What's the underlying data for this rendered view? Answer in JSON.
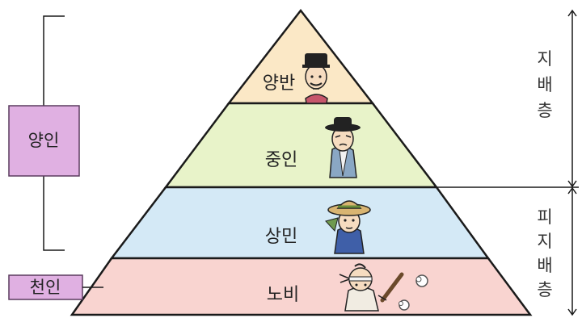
{
  "tiers": [
    {
      "label": "양반",
      "color": "#fbe8c6"
    },
    {
      "label": "중인",
      "color": "#e8f3c9"
    },
    {
      "label": "상민",
      "color": "#d4e9f6"
    },
    {
      "label": "노비",
      "color": "#f9d4d0"
    }
  ],
  "groups": {
    "yangin": "양인",
    "cheonin": "천인",
    "box_color": "#e0b0e2"
  },
  "strata": {
    "ruling": "지배층",
    "ruled": "피지배층"
  }
}
